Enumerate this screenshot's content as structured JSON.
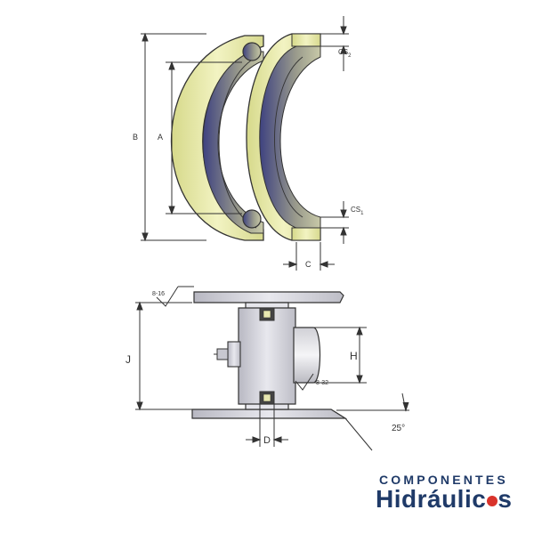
{
  "labels": {
    "B": "B",
    "A": "A",
    "CS2_main": "CS",
    "CS2_sub": "2",
    "CS1_main": "CS",
    "CS1_sub": "1",
    "C": "C",
    "J": "J",
    "H": "H",
    "D": "D",
    "finish_top": "8-16",
    "finish_bottom": "8-32",
    "angle": "25°"
  },
  "brand": {
    "line1": "COMPONENTES",
    "line2": "Hidráulic",
    "line2_end": "s",
    "primary_color": "#1f3a68",
    "accent_color": "#d9332b"
  },
  "colors": {
    "ring_yellow": "#eef0b4",
    "ring_yellow_dark": "#c9cc7a",
    "ring_blue": "#4a4f8a",
    "line": "#333333"
  }
}
